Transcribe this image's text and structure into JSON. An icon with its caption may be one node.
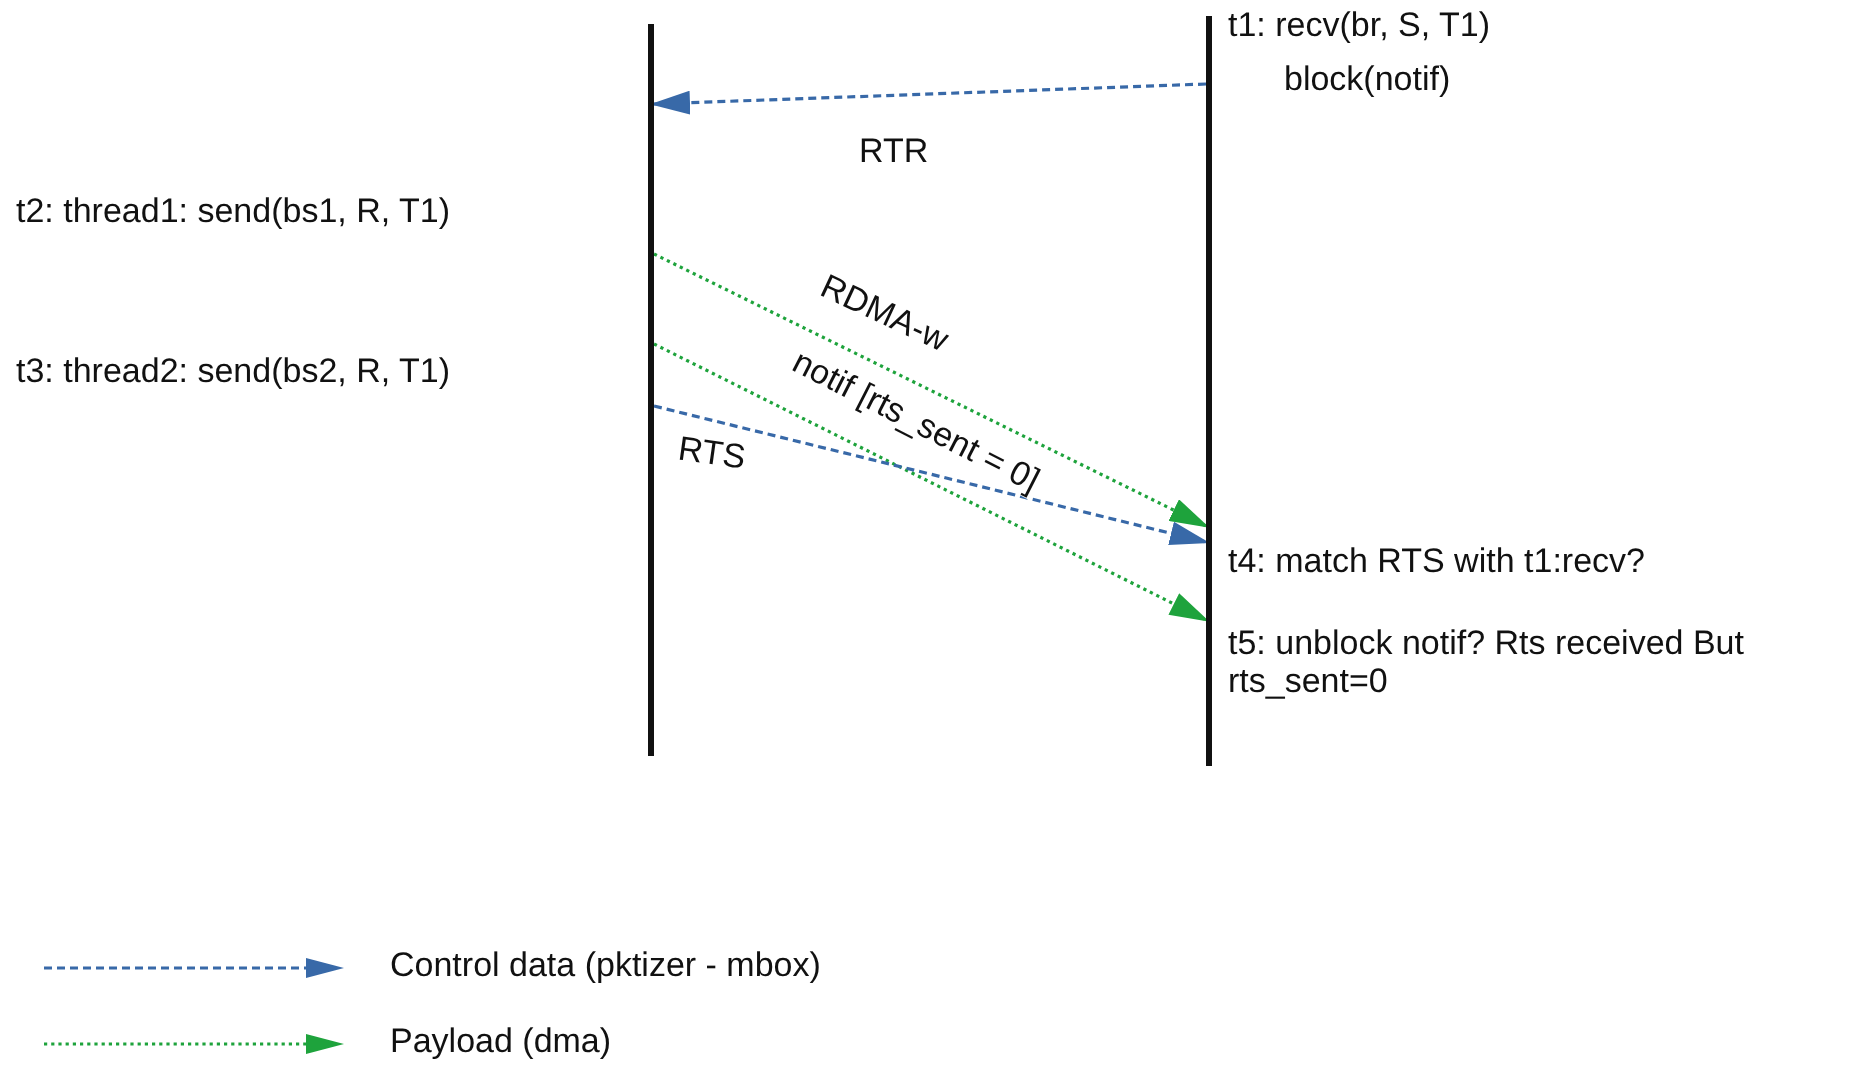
{
  "diagram": {
    "nodes": [
      {
        "text": [],
        "shape": "bar"
      },
      {
        "text": [],
        "shape": "bar"
      }
    ],
    "edges": [
      {
        "from": 1,
        "to": 0,
        "arrow": "to",
        "label": "RTR",
        "style": "dashed",
        "color": "#3869a8"
      },
      {
        "from": 0,
        "to": 1,
        "arrow": "to",
        "label": "RDMA-w",
        "style": "dashed",
        "color": "#1ea33c"
      },
      {
        "from": 0,
        "to": 1,
        "arrow": "to",
        "label": "notif [rts_sent = 0]",
        "style": "dashed",
        "color": "#1ea33c"
      },
      {
        "from": 0,
        "to": 1,
        "arrow": "to",
        "label": "RTS",
        "style": "dashed",
        "color": "#3869a8"
      }
    ],
    "labels": [
      "t1: recv(br, S, T1)",
      "block(notif)",
      "t2: thread1: send(bs1, R, T1)",
      "t3: thread2: send(bs2, R, T1)",
      "t4: match RTS with t1:recv?",
      "t5: unblock notif? Rts received But rts_sent=0"
    ],
    "legend": [
      {
        "text": "Control data (pktizer - mbox)"
      },
      {
        "text": "Payload (dma)"
      }
    ]
  }
}
